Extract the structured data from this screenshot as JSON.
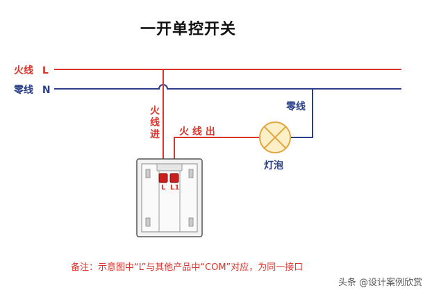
{
  "title": "一开单控开关",
  "lines": {
    "live": {
      "name": "火线",
      "code": "L",
      "color": "#d9342b"
    },
    "neutral": {
      "name": "零线",
      "code": "N",
      "color": "#2a3f88"
    }
  },
  "labels": {
    "live_in": "火线进",
    "live_out": "火 线 出",
    "lamp_neutral": "零线",
    "lamp": "灯泡"
  },
  "switch": {
    "terminal_l": "L",
    "terminal_l1": "L1"
  },
  "note": "备注：示意图中“L”与其他产品中“COM”对应，为同一接口",
  "watermark": "头条 @设计案例欣赏"
}
